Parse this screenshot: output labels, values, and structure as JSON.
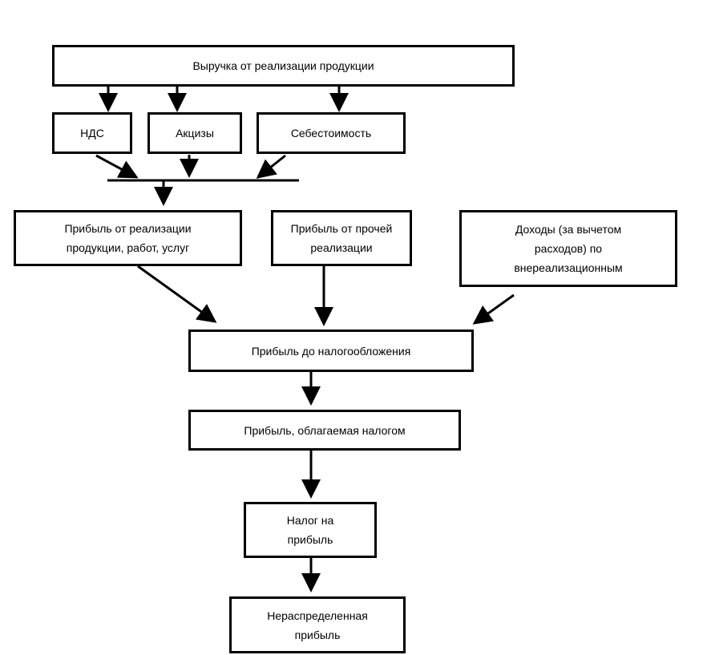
{
  "nodes": {
    "revenue": "Выручка от реализации продукции",
    "vat": "НДС",
    "excise": "Акцизы",
    "cost": "Себестоимость",
    "sales_profit": [
      "Прибыль от реализации",
      "продукции, работ, услуг"
    ],
    "other_sales_profit": [
      "Прибыль от прочей",
      "реализации"
    ],
    "non_operating_income": [
      "Доходы (за вычетом",
      "расходов) по",
      "внереализационным"
    ],
    "pretax_profit": "Прибыль до налогообложения",
    "taxable_profit": "Прибыль, облагаемая налогом",
    "profit_tax": [
      "Налог на",
      "прибыль"
    ],
    "retained_earnings": [
      "Нераспределенная",
      "прибыль"
    ]
  },
  "colors": {
    "line": "#000000",
    "box_fill": "#ffffff",
    "background": "#ffffff"
  }
}
